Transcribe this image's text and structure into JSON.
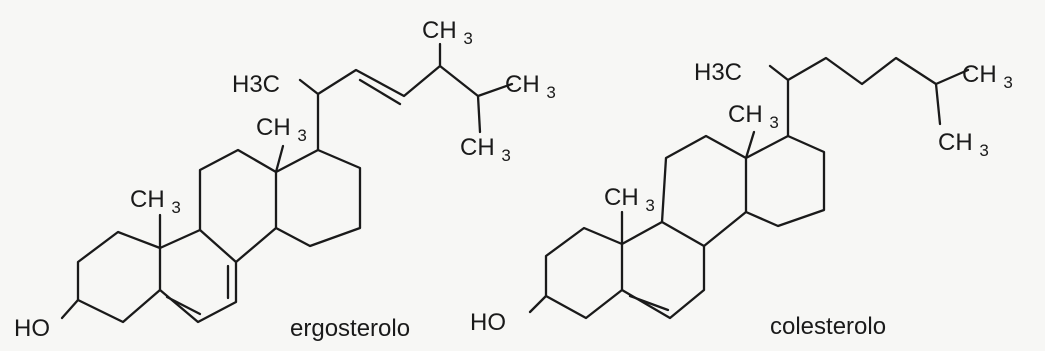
{
  "molecules": [
    {
      "id": "ergosterol",
      "name": "ergosterolo",
      "labels": {
        "methyl_a": "CH3",
        "methyl_b": "CH3",
        "h3c": "H3C",
        "side_ch3_top": "CH3",
        "side_ch3_right": "CH3",
        "side_ch3_low": "CH3",
        "hydroxyl": "HO"
      }
    },
    {
      "id": "cholesterol",
      "name": "colesterolo",
      "labels": {
        "methyl_a": "CH3",
        "methyl_b": "CH3",
        "h3c": "H3C",
        "side_ch3_right": "CH3",
        "side_ch3_low": "CH3",
        "hydroxyl": "HO"
      }
    }
  ]
}
